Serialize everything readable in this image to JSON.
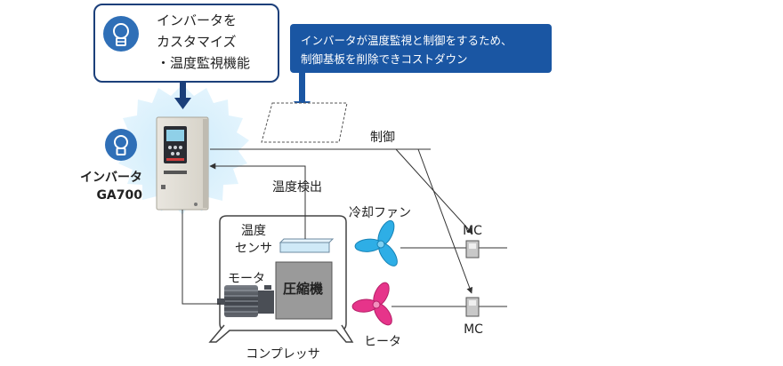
{
  "callout": {
    "line1": "インバータを",
    "line2": "カスタマイズ",
    "line3": "・温度監視機能"
  },
  "banner": {
    "line1": "インバータが温度監視と制御をするため、",
    "line2": "制御基板を削除できコストダウン"
  },
  "inverter": {
    "name_line1": "インバータ",
    "name_line2": "GA700"
  },
  "labels": {
    "control": "制御",
    "temp_detect": "温度検出",
    "sensor_line1": "温度",
    "sensor_line2": "センサ",
    "motor": "モータ",
    "compressor_part": "圧縮機",
    "compressor": "コンプレッサ",
    "cooling_fan": "冷却ファン",
    "heater": "ヒータ",
    "mc_top": "MC",
    "mc_bottom": "MC"
  },
  "colors": {
    "navy": "#1b3f7a",
    "banner_blue": "#1a56a3",
    "glow": "#d2ecfb",
    "fan_cyan": "#2eaee6",
    "heater_pink": "#e6348a",
    "bulb_circle": "#2f6fb7"
  },
  "icons": [
    "lightbulb-icon",
    "lightbulb-icon",
    "fan-icon",
    "fan-icon"
  ]
}
